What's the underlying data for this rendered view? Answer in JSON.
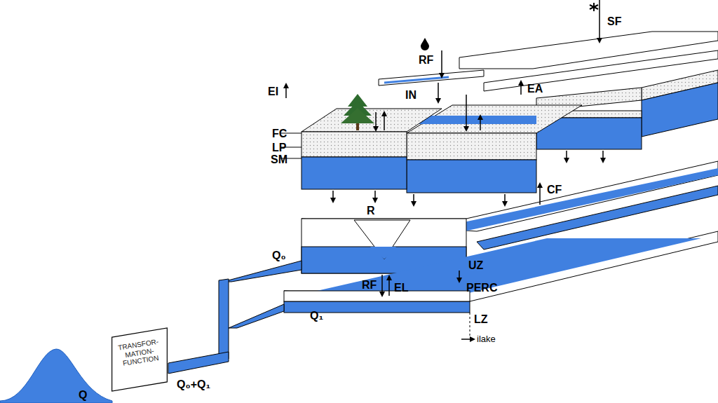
{
  "diagram": {
    "nodes": [
      {
        "text": [
          "TRANSFOR- MATION- FUNCTION"
        ]
      }
    ],
    "labels": [
      "SF",
      "RF",
      "EI",
      "IN",
      "EA",
      "FC",
      "LP",
      "SM",
      "CF",
      "R",
      "Q₀",
      "UZ",
      "RF",
      "EL",
      "PERC",
      "LZ",
      "Q₁",
      "Q₀+Q₁",
      "ilake",
      "Q"
    ]
  }
}
